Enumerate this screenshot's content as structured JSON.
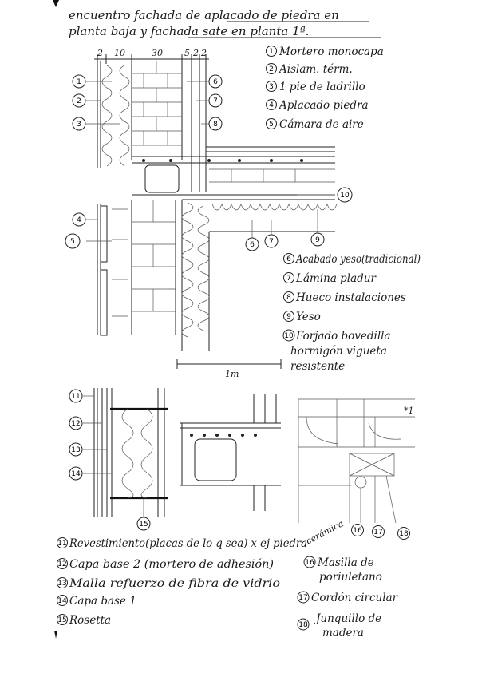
{
  "title": {
    "line1": "encuentro fachada de aplacado de piedra en",
    "line2": "planta baja y fachada sate en planta 1ª."
  },
  "dimensions": {
    "d1": "2",
    "d2": "10",
    "d3": "30",
    "d4": "5",
    "d5": "2",
    "d6": "2",
    "scale": "1m"
  },
  "legend_top": [
    {
      "n": "1",
      "label": "Mortero monocapa"
    },
    {
      "n": "2",
      "label": "Aislam. térm."
    },
    {
      "n": "3",
      "label": "1 pie de ladrillo"
    },
    {
      "n": "4",
      "label": "Aplacado piedra"
    },
    {
      "n": "5",
      "label": "Cámara de aire"
    }
  ],
  "legend_mid": [
    {
      "n": "6",
      "label": "Acabado yeso(tradicional)"
    },
    {
      "n": "7",
      "label": "Lámina pladur"
    },
    {
      "n": "8",
      "label": "Hueco instalaciones"
    },
    {
      "n": "9",
      "label": "Yeso"
    },
    {
      "n": "10",
      "label": "Forjado bovedilla"
    }
  ],
  "legend_mid_cont": {
    "line2": "hormigón vigueta",
    "line3": "resistente"
  },
  "legend_bottom_left": [
    {
      "n": "11",
      "label": "Revestimiento(placas de lo q sea) x ej piedra"
    },
    {
      "n": "12",
      "label": "Capa base 2 (mortero de adhesión)"
    },
    {
      "n": "13",
      "label": "Malla refuerzo de fibra de vidrio"
    },
    {
      "n": "14",
      "label": "Capa base 1"
    },
    {
      "n": "15",
      "label": "Rosetta"
    }
  ],
  "legend_11_extra": "cerámica",
  "legend_bottom_right": [
    {
      "n": "16",
      "label": "Masilla de"
    },
    {
      "n": "17",
      "label": "Cordón circular"
    },
    {
      "n": "18",
      "label": "Junquillo de"
    }
  ],
  "legend_16_cont": "poriuletano",
  "legend_18_cont": "madera",
  "callouts": [
    "1",
    "2",
    "3",
    "4",
    "5",
    "6",
    "7",
    "8",
    "9",
    "10",
    "11",
    "12",
    "13",
    "14",
    "15",
    "16",
    "17",
    "18"
  ],
  "small_mark": "*1"
}
